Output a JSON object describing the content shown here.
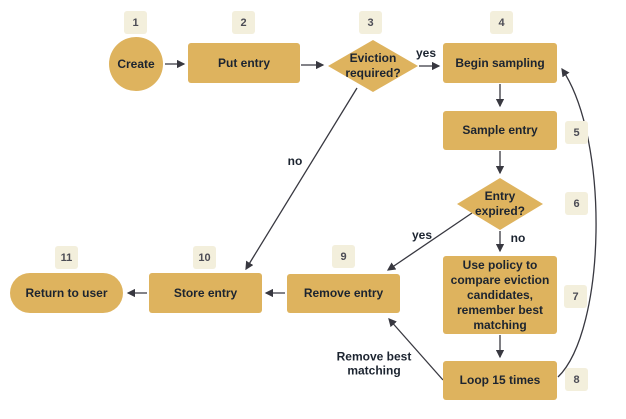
{
  "diagram": {
    "nodes": {
      "create": {
        "label": "Create",
        "badge": "1"
      },
      "put_entry": {
        "label": "Put entry",
        "badge": "2"
      },
      "eviction_required": {
        "label": "Eviction required?",
        "badge": "3"
      },
      "begin_sampling": {
        "label": "Begin sampling",
        "badge": "4"
      },
      "sample_entry": {
        "label": "Sample entry",
        "badge": "5"
      },
      "entry_expired": {
        "label": "Entry expired?",
        "badge": "6"
      },
      "use_policy": {
        "label": "Use policy to compare eviction candidates, remember best matching",
        "badge": "7"
      },
      "loop_15_times": {
        "label": "Loop 15 times",
        "badge": "8"
      },
      "remove_entry": {
        "label": "Remove entry",
        "badge": "9"
      },
      "store_entry": {
        "label": "Store entry",
        "badge": "10"
      },
      "return_to_user": {
        "label": "Return to user",
        "badge": "11"
      }
    },
    "edge_labels": {
      "eviction_yes": "yes",
      "eviction_no": "no",
      "expired_yes": "yes",
      "expired_no": "no",
      "loop_remove": "Remove best matching"
    },
    "colors": {
      "node_fill": "#deb35e",
      "badge_fill": "#f3efdc",
      "node_text": "#1c2430",
      "badge_text": "#4c4c55",
      "arrow": "#383840",
      "background": "#ffffff"
    }
  }
}
